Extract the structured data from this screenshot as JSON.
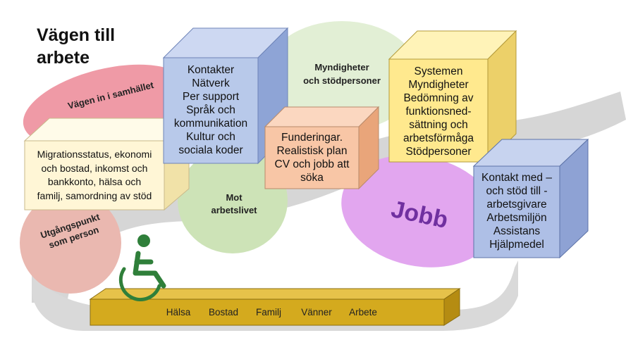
{
  "title_lines": [
    "Vägen till",
    "arbete"
  ],
  "ellipses": {
    "samhallet": "Vägen in i samhället",
    "myndigheter": [
      "Myndigheter",
      "och stödpersoner"
    ],
    "arbetslivet": [
      "Mot",
      "arbetslivet"
    ],
    "utgangspunkt": [
      "Utgångspunkt",
      "som person"
    ],
    "jobb": "Jobb"
  },
  "boxes": {
    "migration": [
      "Migrationsstatus, ekonomi",
      "och bostad, inkomst och",
      "bankkonto, hälsa och",
      "familj, samordning av stöd"
    ],
    "kontakter": [
      "Kontakter",
      "Nätverk",
      "Per support",
      "Språk och",
      "kommunikation",
      "Kultur och",
      "sociala koder"
    ],
    "funderingar": [
      "Funderingar.",
      "Realistisk plan",
      "CV och jobb att",
      "söka"
    ],
    "systemen": [
      "Systemen",
      "Myndigheter",
      "Bedömning av",
      "funktionsned-",
      "sättning och",
      "arbetsförmåga",
      "Stödpersoner"
    ],
    "kontakt_med": [
      "Kontakt med –",
      "och stöd till -",
      "arbetsgivare",
      "Arbetsmiljön",
      "Assistans",
      "Hjälpmedel"
    ]
  },
  "base_items": [
    "Hälsa",
    "Bostad",
    "Familj",
    "Vänner",
    "Arbete"
  ],
  "icon": "wheelchair-user-icon",
  "colors": {
    "road": "#d4d4d4",
    "samhallet": "#ef9aa6",
    "myndigheter": "#e2efd5",
    "arbetslivet": "#cde3b7",
    "utgangspunkt": "#eab8b0",
    "jobb": "#e2a6ef",
    "jobb_text": "#7030a0",
    "migration": "#fff6d6",
    "kontakter": "#b8c9ea",
    "funderingar": "#f8c6a6",
    "systemen": "#ffe98e",
    "kontakt_med": "#aebfe6",
    "base": "#d4aa1e",
    "wheelchair": "#2f7f3a"
  }
}
